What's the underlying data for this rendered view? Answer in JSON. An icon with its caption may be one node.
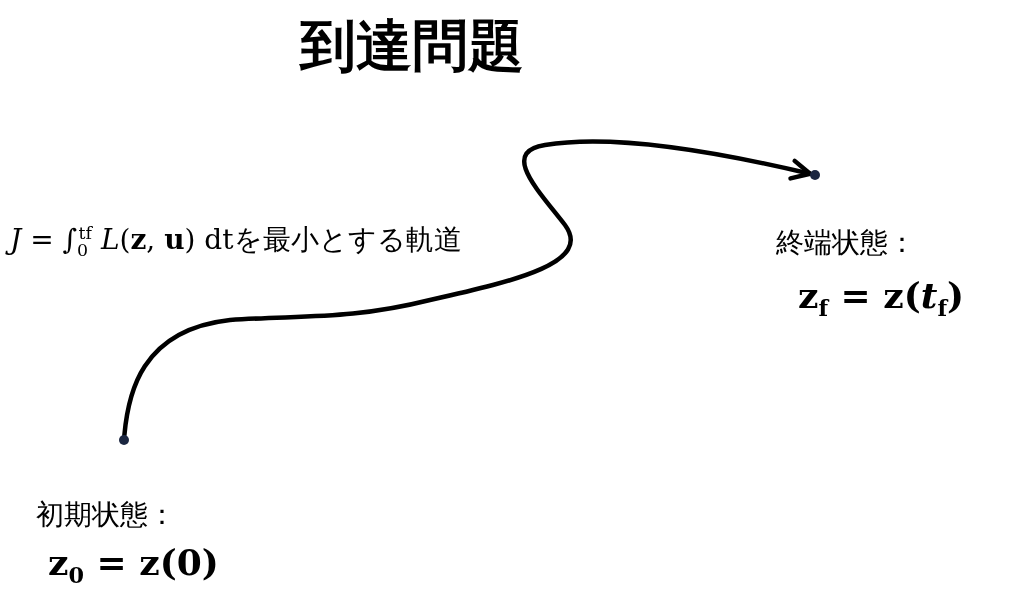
{
  "diagram": {
    "title": "到達問題",
    "nodes": [
      {
        "text": [],
        "shape": "circle",
        "beside": [
          "初期状態：",
          "z$_{0}$ = z(0)"
        ]
      },
      {
        "text": [],
        "shape": "circle",
        "beside": [
          "終端状態：",
          "z$_{f}$ = z(*t*$_{f}$)"
        ]
      }
    ],
    "edges": [
      {
        "from": 0,
        "to": 1,
        "arrow": "to",
        "label": "*J* = ∫$_{0}$$^{tf}$ *L*(**z**, **u**) dtを最小とする軌道"
      }
    ]
  }
}
